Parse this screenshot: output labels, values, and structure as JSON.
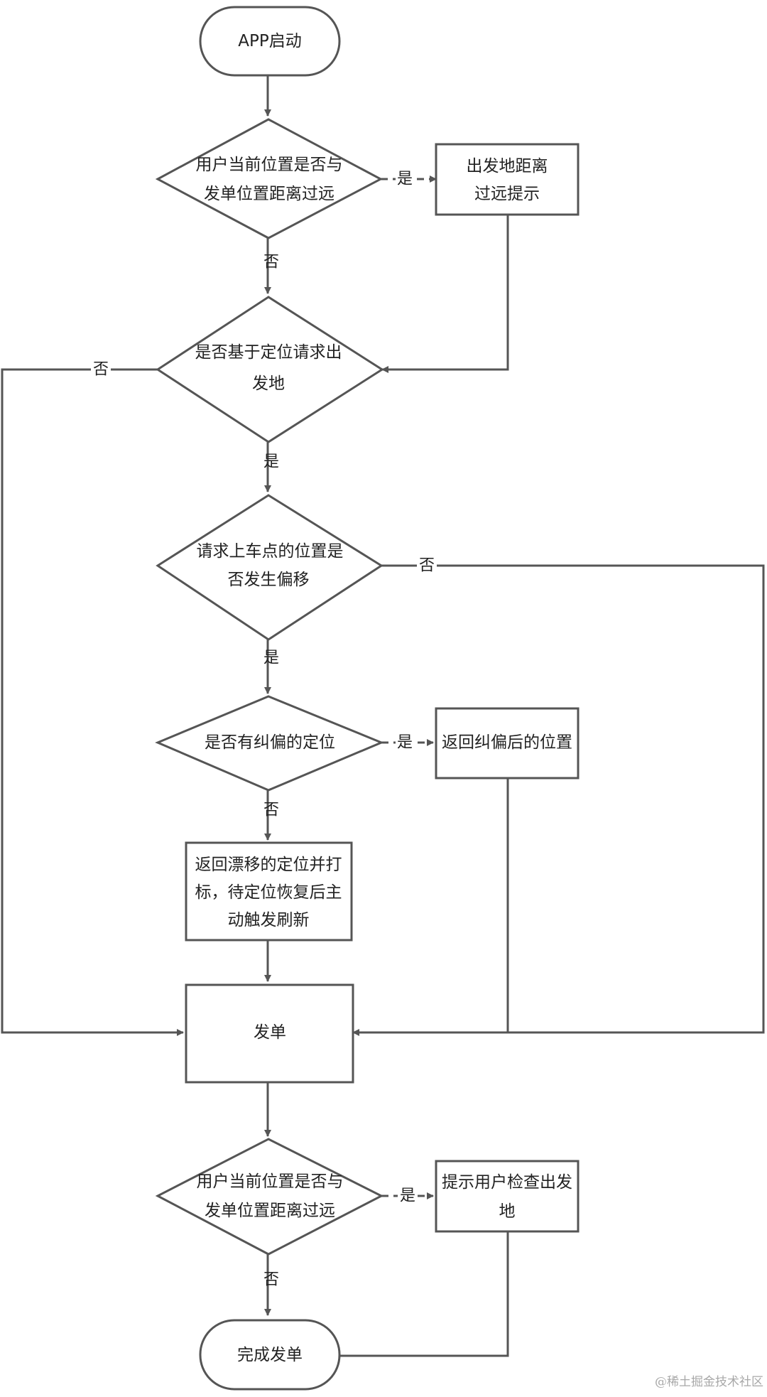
{
  "nodes": {
    "start": "APP启动",
    "check_distance_1": [
      "用户当前位置是否与",
      "发单位置距离过远"
    ],
    "far_warning": [
      "出发地距离",
      "过远提示"
    ],
    "check_location_based": [
      "是否基于定位请求出",
      "发地"
    ],
    "check_offset": [
      "请求上车点的位置是",
      "否发生偏移"
    ],
    "check_corrected": [
      "是否有纠偏的定位"
    ],
    "return_corrected": [
      "返回纠偏后的位置"
    ],
    "return_drift": [
      "返回漂移的定位并打",
      "标，待定位恢复后主",
      "动触发刷新"
    ],
    "dispatch": "发单",
    "check_distance_2": [
      "用户当前位置是否与",
      "发单位置距离过远"
    ],
    "prompt_check": [
      "提示用户检查出发",
      "地"
    ],
    "end": "完成发单"
  },
  "edge_labels": {
    "d1_yes": "是",
    "d1_no": "否",
    "d2_no": "否",
    "d2_yes": "是",
    "d3_no": "否",
    "d3_yes": "是",
    "d4_yes": "是",
    "d4_no": "否",
    "d5_yes": "是",
    "d5_no": "否"
  },
  "watermark": "@稀土掘金技术社区",
  "colors": {
    "stroke": "#555555",
    "text": "#222222",
    "background": "#ffffff",
    "watermark": "#a8a8a8"
  }
}
